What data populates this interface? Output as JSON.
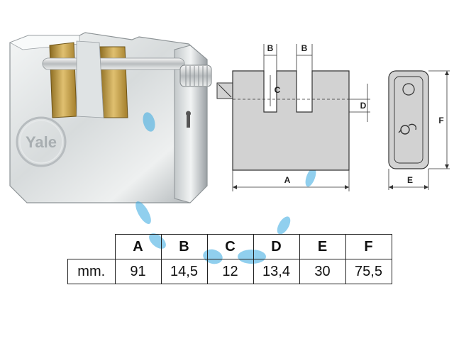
{
  "product": {
    "brand_logo": "Yale"
  },
  "diagram": {
    "dimension_labels": {
      "A": "A",
      "B_left": "B",
      "B_right": "B",
      "C": "C",
      "D": "D",
      "E": "E",
      "F": "F"
    }
  },
  "spec_table": {
    "headers": [
      "A",
      "B",
      "C",
      "D",
      "E",
      "F"
    ],
    "unit": "mm.",
    "values": [
      "91",
      "14,5",
      "12",
      "13,4",
      "30",
      "75,5"
    ]
  },
  "colors": {
    "diagram_fill": "#d2d2d2",
    "line": "#333333",
    "chrome_light": "#eef0f0",
    "chrome_dark": "#9aa0a4",
    "brass": "#c9a44a",
    "watermark": "#36a9e1"
  }
}
